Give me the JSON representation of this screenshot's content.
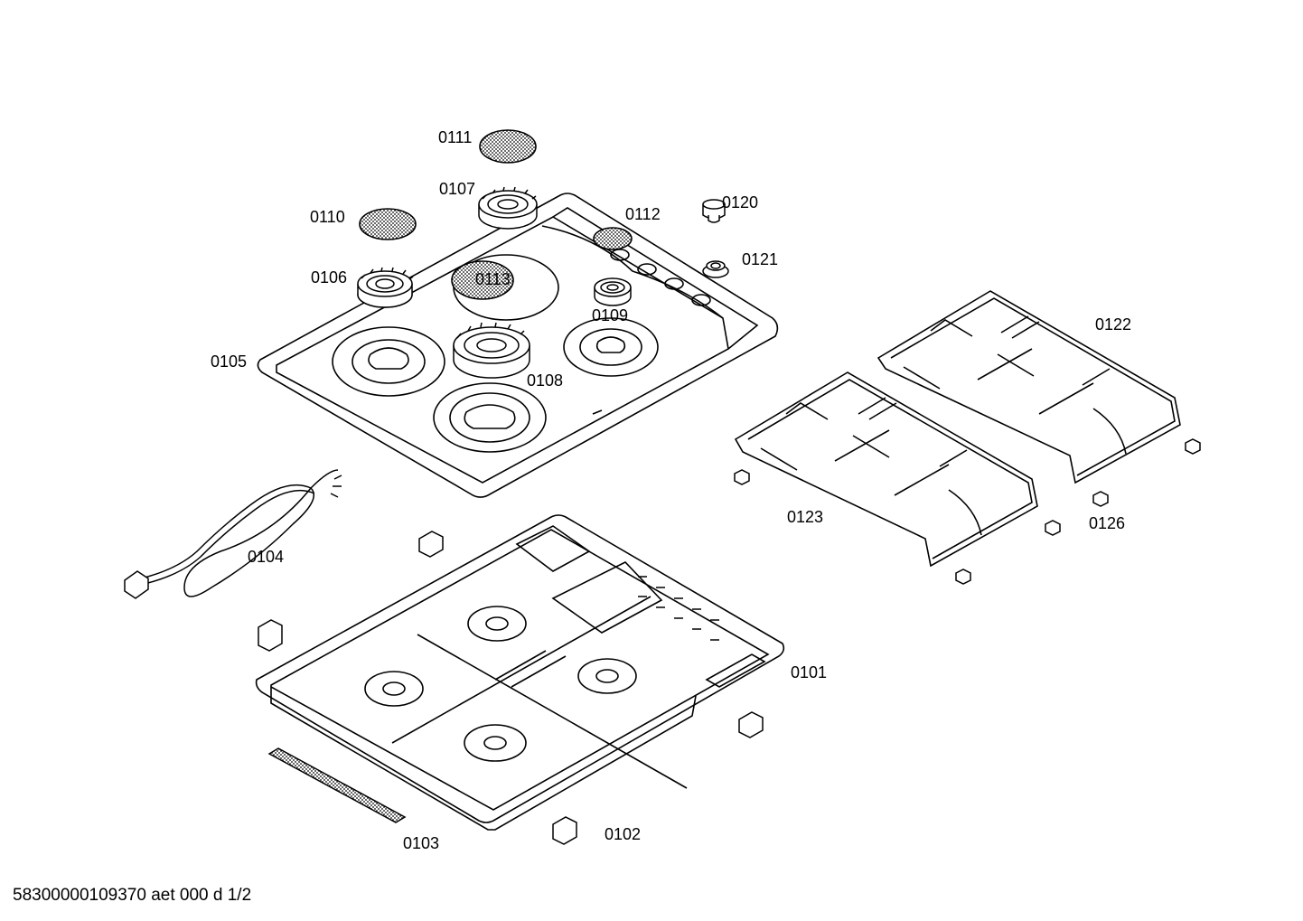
{
  "parts": {
    "p0101": "0101",
    "p0102": "0102",
    "p0103": "0103",
    "p0104": "0104",
    "p0105": "0105",
    "p0106": "0106",
    "p0107": "0107",
    "p0108": "0108",
    "p0109": "0109",
    "p0110": "0110",
    "p0111": "0111",
    "p0112": "0112",
    "p0113": "0113",
    "p0120": "0120",
    "p0121": "0121",
    "p0122": "0122",
    "p0123": "0123",
    "p0126": "0126"
  },
  "footer": "58300000109370 aet 000 d 1/2"
}
